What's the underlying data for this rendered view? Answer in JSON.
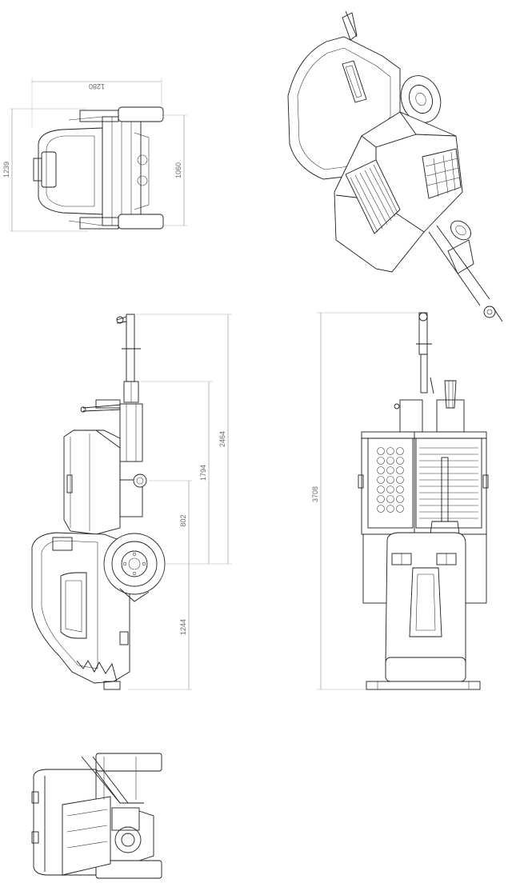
{
  "drawing": {
    "dimensions": {
      "top_view_width": "1280",
      "top_view_height": "1239",
      "top_view_track": "1060",
      "side_drawbar_length": "2464",
      "side_drawbar_to_axle": "1794",
      "side_axle_to_cg": "802",
      "side_rear_overhang": "1244",
      "overall_length": "3708"
    },
    "views": [
      "top-view",
      "isometric-view",
      "side-view",
      "front-view",
      "bottom-view"
    ],
    "line_color": "#1d1d1d",
    "dimension_color": "#8d8d8d"
  }
}
